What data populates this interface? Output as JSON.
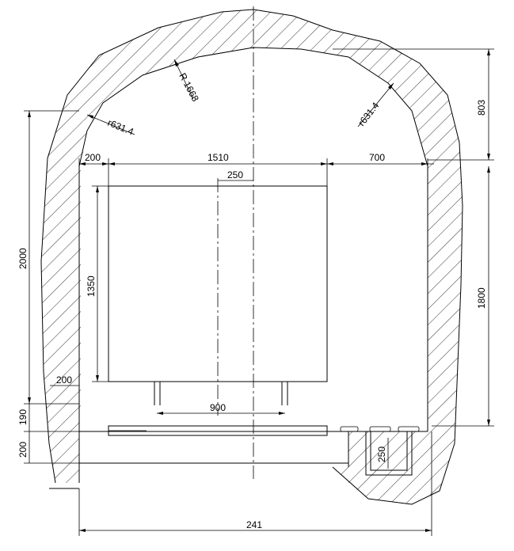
{
  "dimensions": {
    "arch_radius": "R 1668",
    "corner_radius_left": "r631.4",
    "corner_radius_right": "r631.4",
    "crown_height": "803",
    "left_clearance": "200",
    "body_width": "1510",
    "right_clearance": "700",
    "offset": "250",
    "total_height_left": "2000",
    "body_height": "1350",
    "right_wall_height": "1800",
    "wall_thickness": "200",
    "support_spacing": "900",
    "base_height": "190",
    "foundation_height": "200",
    "trench_depth": "250",
    "overall_width": "241"
  }
}
